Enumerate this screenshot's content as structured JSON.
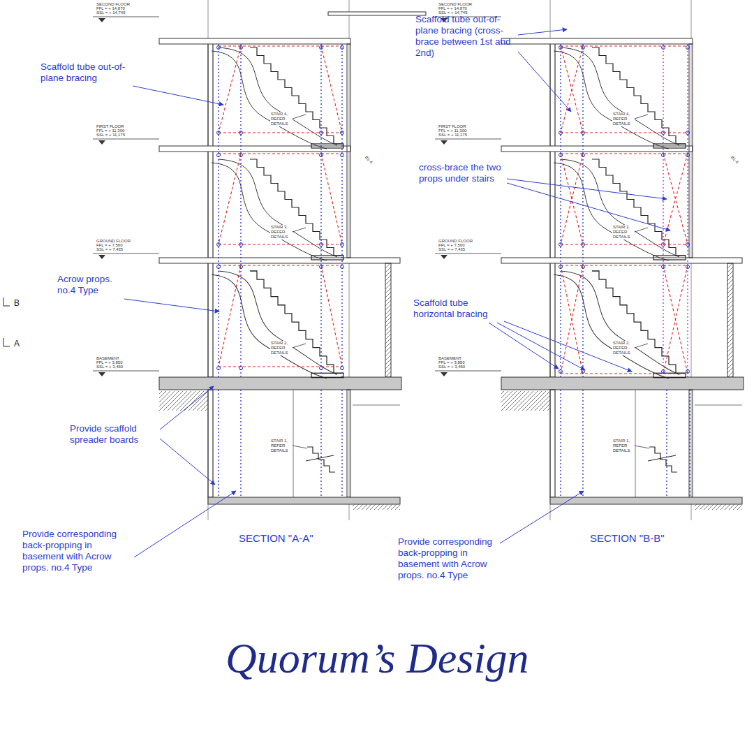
{
  "diagram": {
    "title": "Quorum’s Design",
    "labels": [
      "SECOND FLOOR",
      "FFL = + 14,870",
      "SSL = + 14,745",
      "FIRST FLOOR",
      "FFL = + 11,300",
      "SSL = + 11,175",
      "GROUND FLOOR",
      "FFL = + 7,560",
      "SSL = + 7,435",
      "BASEMENT",
      "FFL = + 3,850",
      "SSL = + 3,450",
      "SECOND FLOOR",
      "FFL = + 14,870",
      "SSL = + 14,745",
      "FIRST FLOOR",
      "FFL = + 11,300",
      "SSL = + 11,175",
      "GROUND FLOOR",
      "FFL = + 7,560",
      "SSL = + 7,435",
      "BASEMENT",
      "FFL = + 3,850",
      "SSL = + 3,450",
      "STAIR 4, REFER DETAILS",
      "STAIR 3, REFER DETAILS",
      "STAIR 2, REFER DETAILS",
      "STAIR 1, REFER DETAILS",
      "STAIR 4, REFER DETAILS",
      "STAIR 3, REFER DETAILS",
      "STAIR 2, REFER DETAILS",
      "STAIR 1, REFER DETAILS",
      "Scaffold tube out-of-plane bracing",
      "Acrow props. no.4 Type",
      "Provide scaffold spreader boards",
      "Provide corresponding back-propping in basement with Acrow props. no.4 Type",
      "SECTION \"A-A\"",
      "Scaffold tube out-of-plane bracing (cross-brace between 1st and 2nd)",
      "cross-brace the two props under stairs",
      "Scaffold tube horizontal bracing",
      "Provide corresponding back-propping in basement with Acrow props. no.4 Type",
      "SECTION \"B-B\"",
      "B",
      "A",
      "B1-4",
      "B1-4"
    ]
  }
}
